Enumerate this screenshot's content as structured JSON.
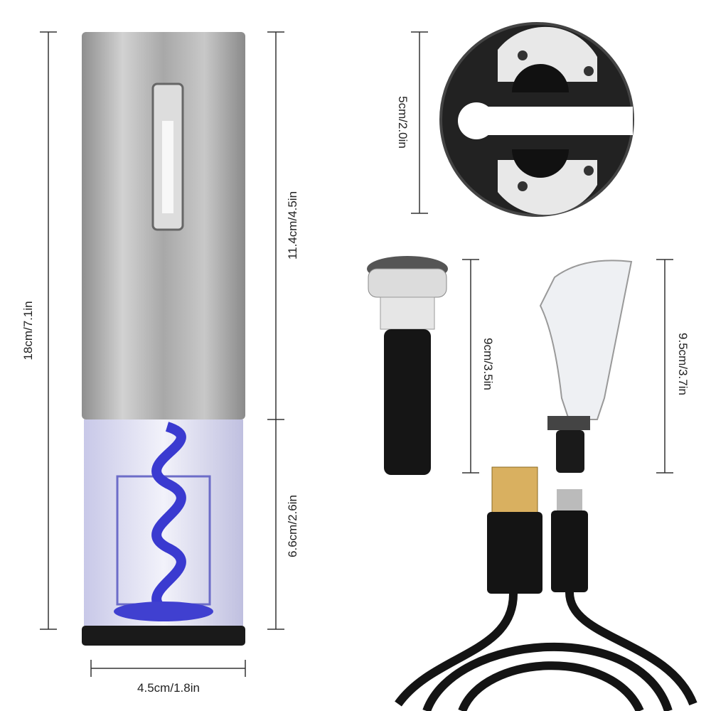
{
  "dimensions": {
    "opener_height": "18cm/7.1in",
    "opener_upper": "11.4cm/4.5in",
    "opener_lower": "6.6cm/2.6in",
    "opener_width": "4.5cm/1.8in",
    "foil_cutter": "5cm/2.0in",
    "vacuum_stopper": "9cm/3.5in",
    "aerator_pourer": "9.5cm/3.7in"
  },
  "colors": {
    "metal": "#b4b4b4",
    "corkscrew": "#3a3ad0",
    "black": "#1a1a1a",
    "line": "#333333"
  }
}
